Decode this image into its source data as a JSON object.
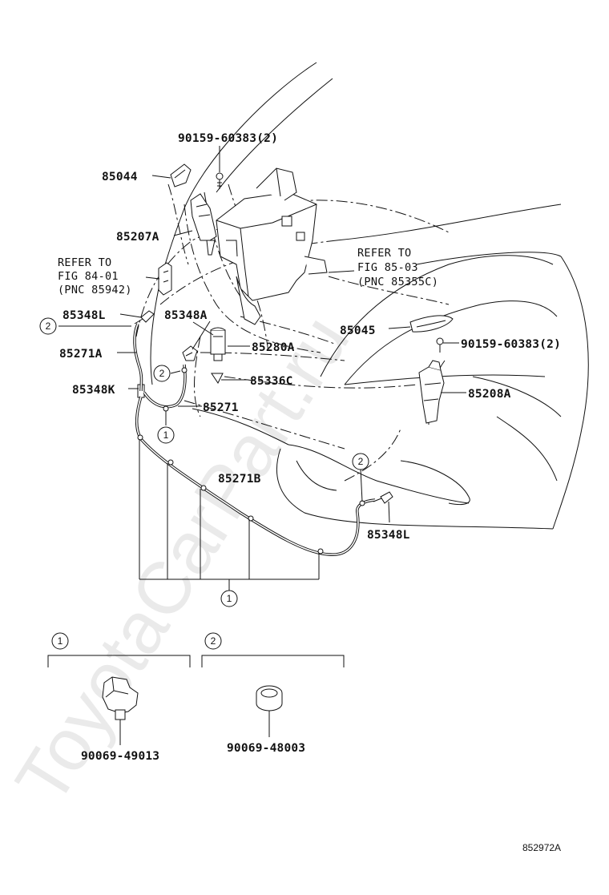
{
  "diagram": {
    "figure_number": "852972A",
    "watermark": "ToyotaCarPart.ru",
    "part_labels": {
      "p90159_top": "90159-60383(2)",
      "p85044": "85044",
      "p85207A": "85207A",
      "p85348L_top": "85348L",
      "p85348A": "85348A",
      "p85280A": "85280A",
      "p85271A": "85271A",
      "p85336C": "85336C",
      "p85348K": "85348K",
      "p85271": "85271",
      "p85045": "85045",
      "p90159_right": "90159-60383(2)",
      "p85208A": "85208A",
      "p85271B": "85271B",
      "p85348L_bottom": "85348L",
      "p90069_49013": "90069-49013",
      "p90069_48003": "90069-48003"
    },
    "refer_notes": {
      "left": [
        "REFER TO",
        "FIG 84-01",
        "(PNC 85942)"
      ],
      "right": [
        "REFER TO",
        "FIG 85-03",
        "(PNC 85355C)"
      ]
    },
    "callouts": {
      "c1": "1",
      "c2": "2"
    },
    "legend": {
      "group1_number": "1",
      "group2_number": "2"
    }
  }
}
